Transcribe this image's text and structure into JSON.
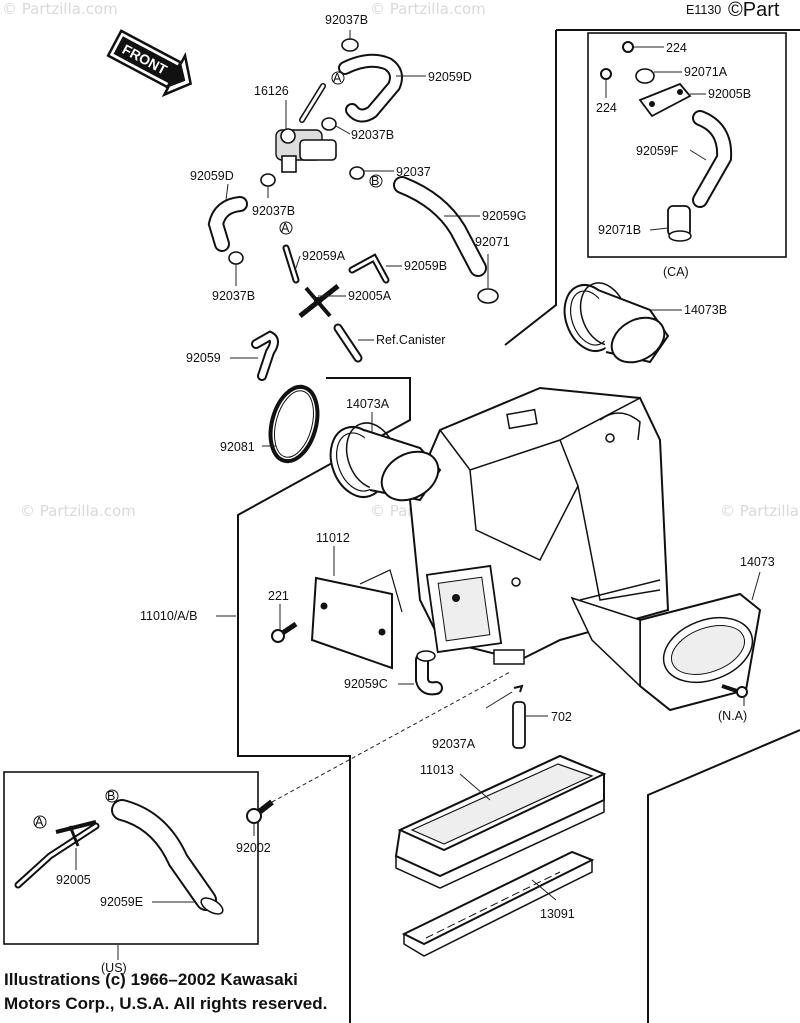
{
  "watermarks": [
    "© Partzilla.com",
    "© Partzilla.com",
    "© Partzilla.com",
    "© Partzilla.com",
    "© Partzilla.com",
    "©Part"
  ],
  "figure_code": "E1130",
  "front_label": "FRONT",
  "labels": {
    "l92037B_top": "92037B",
    "l92059D_top": "92059D",
    "l16126": "16126",
    "l92037B_mid": "92037B",
    "l92037": "92037",
    "l92059D_left": "92059D",
    "l92037B_left": "92037B",
    "l92059G": "92059G",
    "l92059A": "92059A",
    "l92059B": "92059B",
    "l92071": "92071",
    "l92037B_low": "92037B",
    "l92005A": "92005A",
    "l92059": "92059",
    "lRefCanister": "Ref.Canister",
    "l92081": "92081",
    "l14073A": "14073A",
    "l14073B": "14073B",
    "l11012": "11012",
    "l11010": "11010/A/B",
    "l221": "221",
    "l14073": "14073",
    "l92059C": "92059C",
    "l92037A": "92037A",
    "l702": "702",
    "lNA": "(N.A)",
    "l11013": "11013",
    "l92002": "92002",
    "l13091": "13091",
    "l224_a": "224",
    "l92071A": "92071A",
    "l224_b": "224",
    "l92005B": "92005B",
    "l92059F": "92059F",
    "l92071B": "92071B",
    "lCA": "(CA)",
    "l92005": "92005",
    "l92059E": "92059E",
    "lUS": "(US)",
    "markA1": "A",
    "markB1": "B",
    "markA2": "A",
    "markA3": "A",
    "markB3": "B"
  },
  "copyright": {
    "line1": "Illustrations (c) 1966–2002 Kawasaki",
    "line2": "Motors Corp., U.S.A.  All rights reserved."
  }
}
